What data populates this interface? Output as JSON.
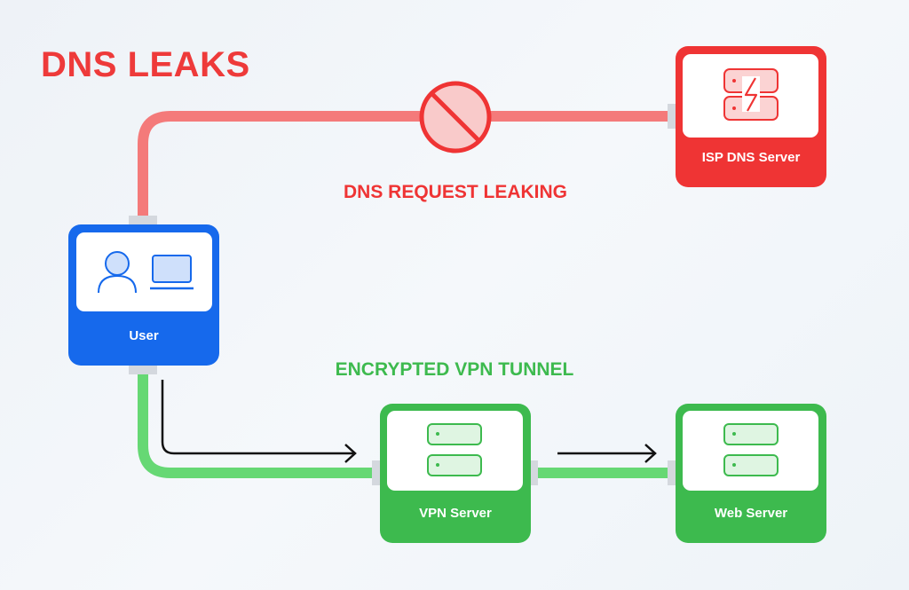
{
  "title": "DNS LEAKS",
  "labels": {
    "leak": "DNS REQUEST LEAKING",
    "tunnel": "ENCRYPTED VPN TUNNEL"
  },
  "nodes": {
    "user": {
      "label": "User",
      "icons": [
        "person-icon",
        "laptop-icon"
      ]
    },
    "isp_dns": {
      "label": "ISP DNS Server",
      "icon": "dns-server-bolt-icon"
    },
    "vpn": {
      "label": "VPN Server",
      "icon": "server-stack-icon"
    },
    "web": {
      "label": "Web Server",
      "icon": "server-stack-icon"
    }
  },
  "icons": {
    "blocked": "blocked-icon"
  },
  "colors": {
    "red": "#ef3434",
    "red_line": "#f47a7a",
    "title_red": "#ee3a3a",
    "blue": "#1669ec",
    "green": "#3dba4e",
    "green_line": "#66d874",
    "light_green": "#dff5e2",
    "connector": "#d4d8de",
    "arrow": "#111111"
  }
}
